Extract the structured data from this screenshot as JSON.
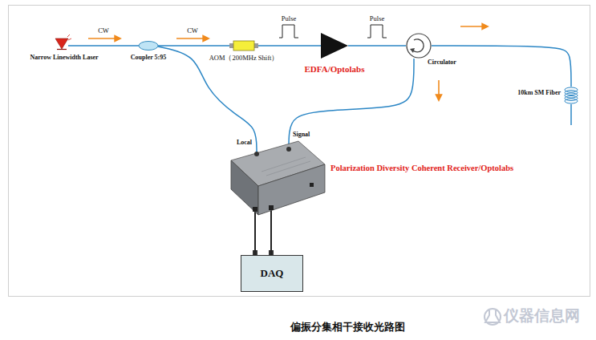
{
  "diagram": {
    "caption": "偏振分集相干接收光路图",
    "nodes": [
      {
        "text": [
          "Narrow Linewidth Laser"
        ]
      },
      {
        "text": [
          "Coupler 5:95"
        ]
      },
      {
        "text": [
          "AOM（200MHz Shift）"
        ]
      },
      {
        "text": [
          "EDFA/Optolabs"
        ]
      },
      {
        "text": [
          "Circulator"
        ]
      },
      {
        "text": [
          "10km SM Fiber"
        ]
      },
      {
        "text": [
          "Polarization Diversity Coherent Receiver/Optolabs"
        ]
      },
      {
        "text": [
          "DAQ"
        ]
      }
    ],
    "edges": [
      {
        "from": 0,
        "to": 1,
        "label": "CW",
        "arrow": "none"
      },
      {
        "from": 1,
        "to": 2,
        "label": "CW",
        "arrow": "none"
      },
      {
        "from": 2,
        "to": 3,
        "label": "Pulse",
        "arrow": "none"
      },
      {
        "from": 3,
        "to": 4,
        "label": "Pulse",
        "arrow": "none"
      },
      {
        "from": 4,
        "to": 5,
        "arrow": "none"
      },
      {
        "from": 1,
        "to": 6,
        "arrow": "none"
      },
      {
        "from": 4,
        "to": 6,
        "arrow": "none"
      },
      {
        "from": 6,
        "to": 7,
        "arrow": "none"
      },
      {
        "from": 6,
        "to": 7,
        "arrow": "none"
      }
    ],
    "labels": [
      "Local",
      "Signal",
      "仪器信息网"
    ]
  }
}
